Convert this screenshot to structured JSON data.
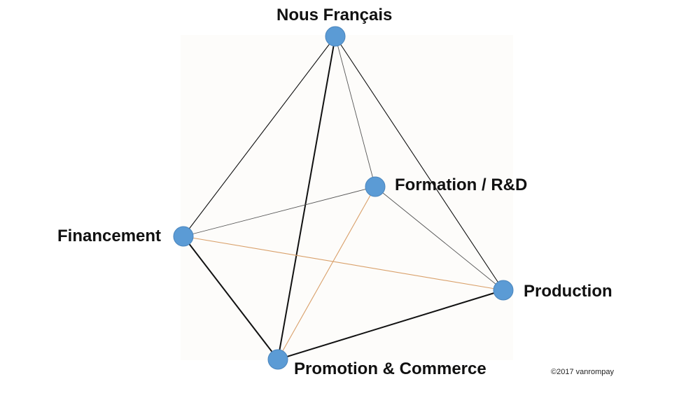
{
  "diagram": {
    "type": "tetrahedron-network",
    "nodes": [
      {
        "id": "nous",
        "label": "Nous Français"
      },
      {
        "id": "formation",
        "label": "Formation / R&D"
      },
      {
        "id": "financement",
        "label": "Financement"
      },
      {
        "id": "production",
        "label": "Production"
      },
      {
        "id": "promotion",
        "label": "Promotion & Commerce"
      }
    ],
    "edges": [
      {
        "from": "nous",
        "to": "financement",
        "style": "solid-thin"
      },
      {
        "from": "nous",
        "to": "formation",
        "style": "gray-thin"
      },
      {
        "from": "nous",
        "to": "production",
        "style": "solid-thin"
      },
      {
        "from": "nous",
        "to": "promotion",
        "style": "solid-bold"
      },
      {
        "from": "financement",
        "to": "formation",
        "style": "gray-thin"
      },
      {
        "from": "formation",
        "to": "production",
        "style": "gray-thin"
      },
      {
        "from": "financement",
        "to": "production",
        "style": "orange-thin"
      },
      {
        "from": "formation",
        "to": "promotion",
        "style": "orange-thin"
      },
      {
        "from": "financement",
        "to": "promotion",
        "style": "solid-bold"
      },
      {
        "from": "promotion",
        "to": "production",
        "style": "solid-bold"
      }
    ],
    "colors": {
      "node_fill": "#5b9bd5",
      "node_stroke": "#4a85bd",
      "edge_dark": "#111111",
      "edge_gray": "#555555",
      "edge_orange": "#d9a06a"
    }
  },
  "footer": {
    "copyright": "©2017 vanrompay"
  }
}
